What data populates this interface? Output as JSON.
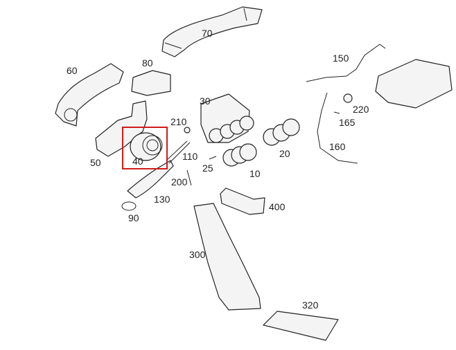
{
  "diagram": {
    "title": "Air duct parts diagram",
    "highlight_color": "#d11a1a",
    "highlighted_part": "40",
    "labels": [
      "70",
      "80",
      "60",
      "30",
      "210",
      "150",
      "220",
      "165",
      "160",
      "50",
      "40",
      "110",
      "25",
      "10",
      "20",
      "200",
      "130",
      "90",
      "400",
      "300",
      "320"
    ]
  }
}
